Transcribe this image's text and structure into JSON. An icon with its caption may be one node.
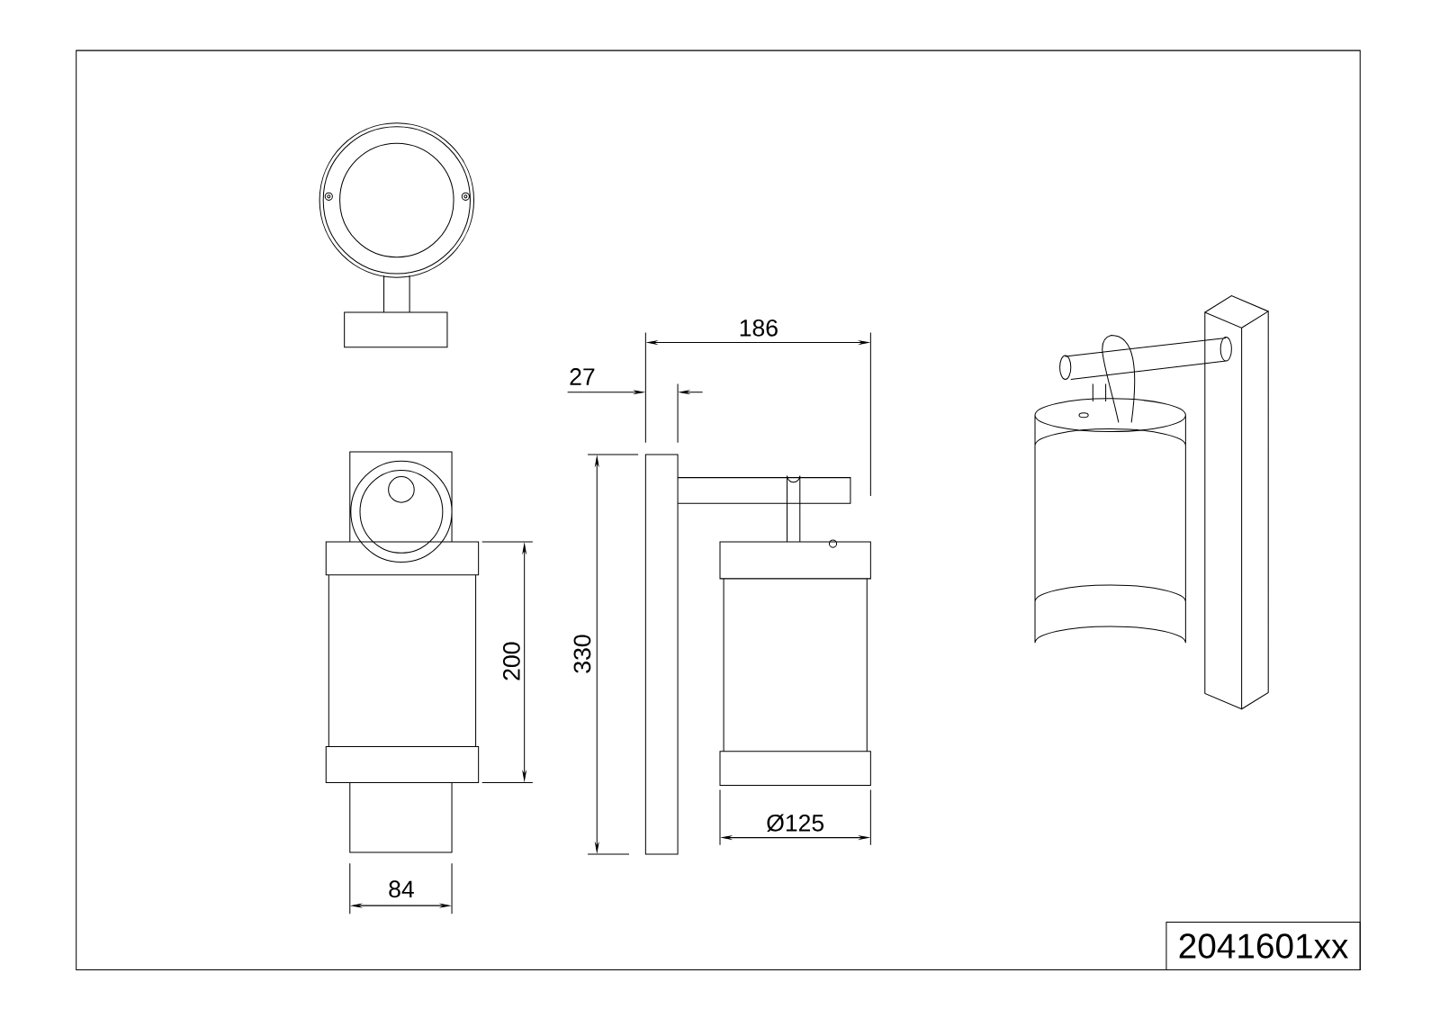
{
  "diagram": {
    "nodes": [
      {
        "text": [
          "2041601xx"
        ]
      }
    ],
    "labels": [
      "186",
      "27",
      "200",
      "330",
      "Ø125",
      "84"
    ]
  }
}
